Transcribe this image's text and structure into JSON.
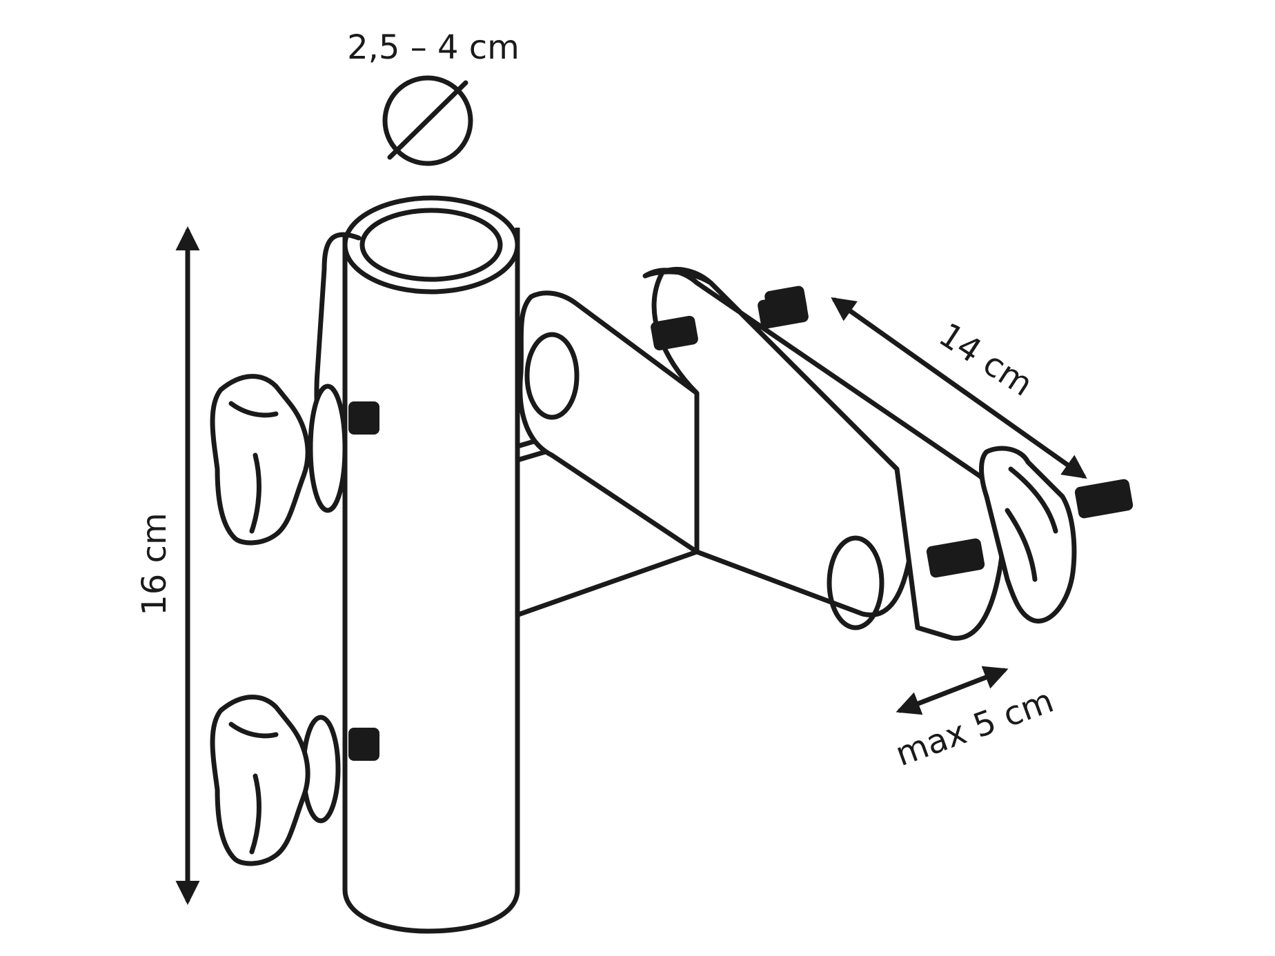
{
  "diagram": {
    "labels": {
      "diameter": "2,5 – 4 cm",
      "height": "16 cm",
      "length": "14 cm",
      "clamp": "max 5 cm"
    },
    "colors": {
      "stroke": "#1a1a1a",
      "background": "#ffffff"
    }
  }
}
